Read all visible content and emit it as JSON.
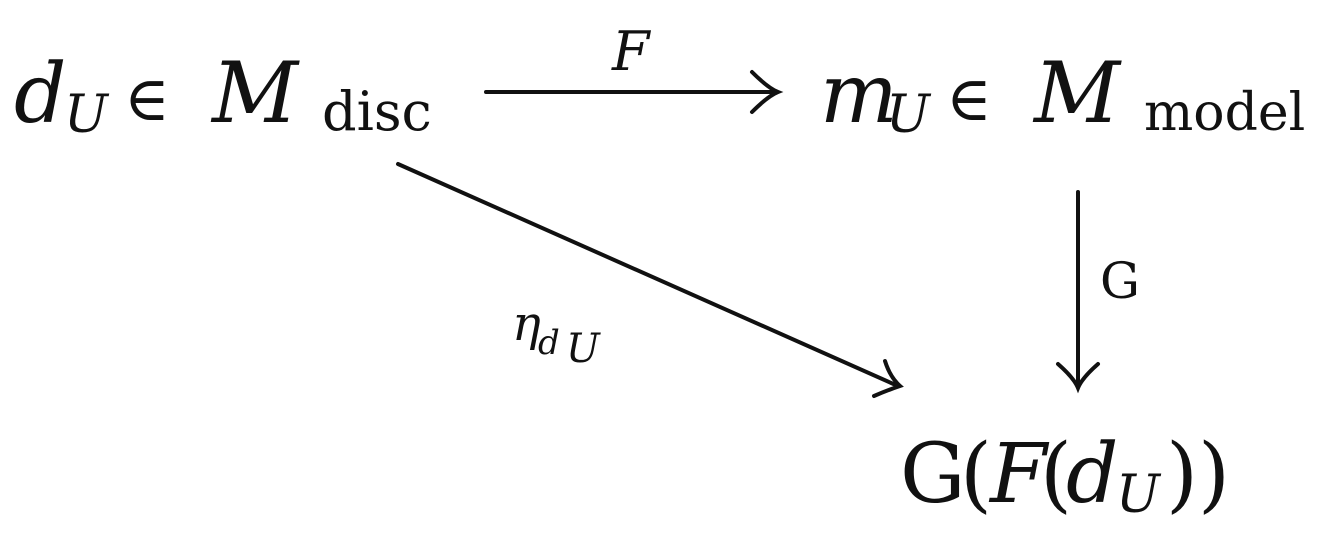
{
  "nodes": {
    "source": {
      "base": "d",
      "base_sub": "U",
      "relation": "∈",
      "space": "M",
      "space_sub": "disc"
    },
    "target": {
      "base": "m",
      "base_sub": "U",
      "relation": "∈",
      "space": "M",
      "space_sub": "model"
    },
    "composite": {
      "outer": "G",
      "open1": "(",
      "inner": "F",
      "open2": "(",
      "arg": "d",
      "arg_sub": "U",
      "close": "))"
    }
  },
  "arrows": {
    "F": {
      "label": "F"
    },
    "G": {
      "label": "G"
    },
    "eta": {
      "label": "η",
      "sub": "d",
      "subsub": "U"
    }
  },
  "colors": {
    "ink": "#111111"
  }
}
